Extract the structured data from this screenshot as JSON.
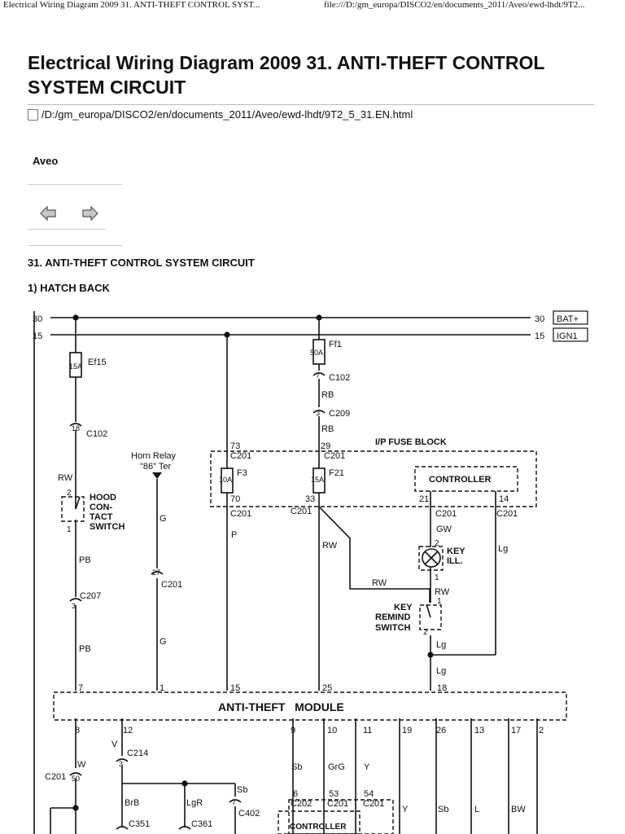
{
  "browser_header": {
    "title": "Electrical Wiring Diagram 2009 31. ANTI-THEFT CONTROL SYST...",
    "url": "file:///D:/gm_europa/DISCO2/en/documents_2011/Aveo/ewd-lhdt/9T2..."
  },
  "page": {
    "title": "Electrical Wiring Diagram 2009 31. ANTI-THEFT CONTROL SYSTEM CIRCUIT",
    "path": "/D:/gm_europa/DISCO2/en/documents_2011/Aveo/ewd-lhdt/9T2_5_31.EN.html",
    "model": "Aveo",
    "section_title": "31. ANTI-THEFT CONTROL SYSTEM CIRCUIT",
    "subsection_title": "1) HATCH BACK"
  },
  "nav": {
    "back_icon": "arrow-left-icon",
    "forward_icon": "arrow-right-icon"
  },
  "diagram": {
    "rails": [
      {
        "left": "30",
        "right": "30",
        "tag": "BAT+"
      },
      {
        "left": "15",
        "right": "15",
        "tag": "IGN1"
      }
    ],
    "fuses": [
      {
        "name": "Ef15",
        "rating": "15A"
      },
      {
        "name": "Ff1",
        "rating": "50A"
      },
      {
        "name": "F3",
        "rating": "10A"
      },
      {
        "name": "F21",
        "rating": "15A"
      }
    ],
    "connectors": {
      "c102_left_pin": "18",
      "c102_left": "C102",
      "c102_mid_pin": "7",
      "c102_mid": "C102",
      "c209_pin": "3",
      "c209": "C209",
      "c207_pin": "3",
      "c207": "C207",
      "c201_horn_pin": "27",
      "c201": "C201",
      "c214_pin": "3",
      "c214": "C214",
      "c201_w_pin": "50",
      "c402_pin": "7",
      "c402": "C402",
      "c351": "C351",
      "c361": "C361",
      "c202": "C202"
    },
    "labels": {
      "ip_fuse_block": "I/P FUSE BLOCK",
      "controller": "CONTROLLER",
      "module": "ANTI-THEFT   MODULE",
      "horn_relay_line1": "Horn Relay",
      "horn_relay_line2": "\"86\" Ter",
      "hood_line1": "HOOD",
      "hood_line2": "CON-",
      "hood_line3": "TACT",
      "hood_line4": "SWITCH",
      "key_line1": "KEY",
      "key_line2": "ILL.",
      "remind_line1": "KEY",
      "remind_line2": "REMIND",
      "remind_line3": "SWITCH",
      "controller_bottom": "CONTROLLER"
    },
    "fuse_block_pins": {
      "f3_top": "73",
      "f3_bottom": "70",
      "f21_top": "29",
      "f21_bottom": "33",
      "ctrl_left": "21",
      "ctrl_right": "14"
    },
    "module_pins_top": [
      "7",
      "1",
      "15",
      "25",
      "18"
    ],
    "module_pins_bottom": [
      "8",
      "12",
      "9",
      "10",
      "11",
      "19",
      "26",
      "13",
      "17",
      "2"
    ],
    "bottom_connector_pins": [
      "6",
      "53",
      "54"
    ],
    "wire_colors": {
      "rw": "RW",
      "pb": "PB",
      "g": "G",
      "p": "P",
      "rb": "RB",
      "gw": "GW",
      "lg": "Lg",
      "v": "V",
      "w": "W",
      "brb": "BrB",
      "lgr": "LgR",
      "sb": "Sb",
      "grg": "GrG",
      "y": "Y",
      "l": "L",
      "bw": "BW"
    },
    "switch_pins": {
      "one": "1",
      "two": "2"
    }
  }
}
